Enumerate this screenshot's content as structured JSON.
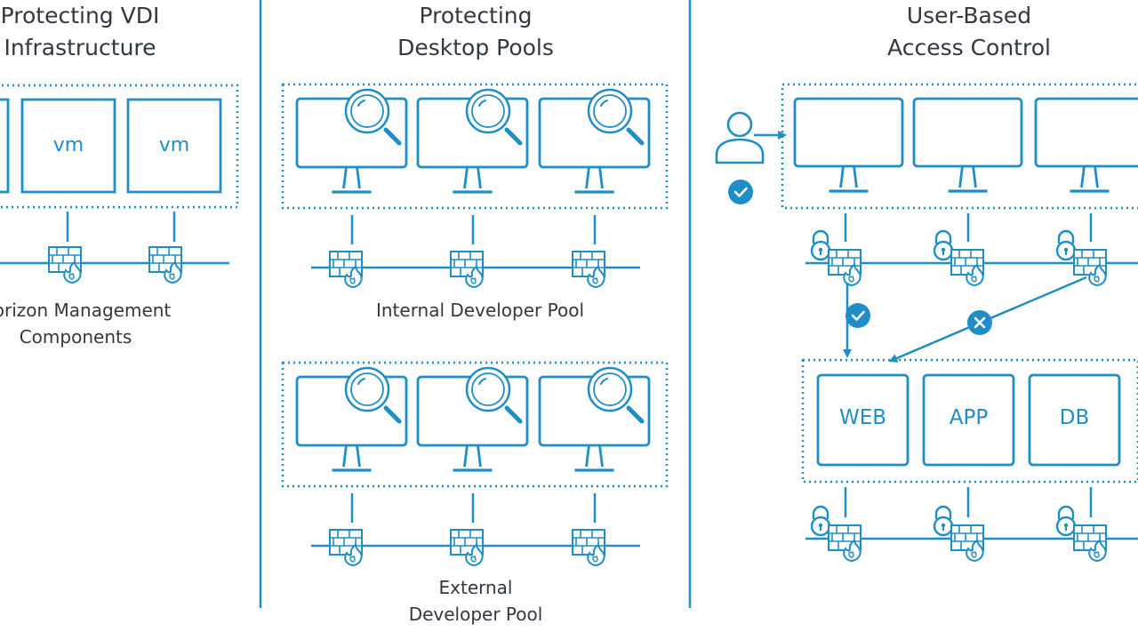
{
  "colors": {
    "accent": "#1f8dc6",
    "text": "#333840",
    "background": "#ffffff"
  },
  "panels": [
    {
      "title_lines": [
        "Protecting VDI",
        "Infrastructure"
      ],
      "caption_lines": [
        "Horizon Management",
        "Components"
      ],
      "vm_label": "vm"
    },
    {
      "title_lines": [
        "Protecting",
        "Desktop Pools"
      ],
      "pools": [
        {
          "caption_lines": [
            "Internal Developer Pool"
          ]
        },
        {
          "caption_lines": [
            "External",
            "Developer Pool"
          ]
        }
      ]
    },
    {
      "title_lines": [
        "User-Based",
        "Access Control"
      ],
      "app_tiers": [
        "WEB",
        "APP",
        "DB"
      ]
    }
  ],
  "icons": [
    "monitor-icon",
    "magnifier-icon",
    "firewall-icon",
    "padlock-icon",
    "user-icon",
    "check-icon",
    "x-icon"
  ]
}
